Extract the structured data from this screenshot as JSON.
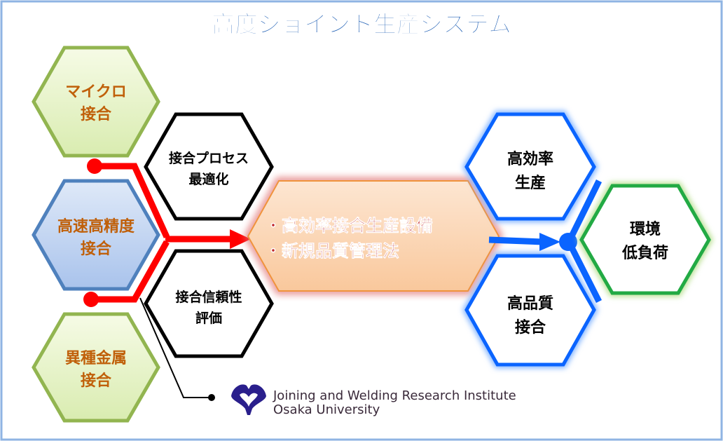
{
  "title": "高度ジョイント生産システム",
  "left_hexes": [
    {
      "line1": "マイクロ",
      "line2": "接合"
    },
    {
      "line1": "高速高精度",
      "line2": "接合"
    },
    {
      "line1": "異種金属",
      "line2": "接合"
    }
  ],
  "process_hexes": [
    {
      "line1": "接合プロセス",
      "line2": "最適化"
    },
    {
      "line1": "接合信頼性",
      "line2": "評価"
    }
  ],
  "center_hex": {
    "line1": "・高効率接合生産設備",
    "line2": "・新規品質管理法"
  },
  "output_hexes": [
    {
      "line1": "高効率",
      "line2": "生産"
    },
    {
      "line1": "高品質",
      "line2": "接合"
    }
  ],
  "goal_hex": {
    "line1": "環境",
    "line2": "低負荷"
  },
  "institute": {
    "line1": "Joining and Welding Research Institute",
    "line2": "Osaka University"
  },
  "colors": {
    "title": "#1f5fb4",
    "left_text": "#c0600a",
    "center_text": "#c0282c",
    "red_path": "#ff0000",
    "blue_path": "#0a64ff",
    "green_border": "#92b550",
    "goal_border": "#22aa44"
  }
}
